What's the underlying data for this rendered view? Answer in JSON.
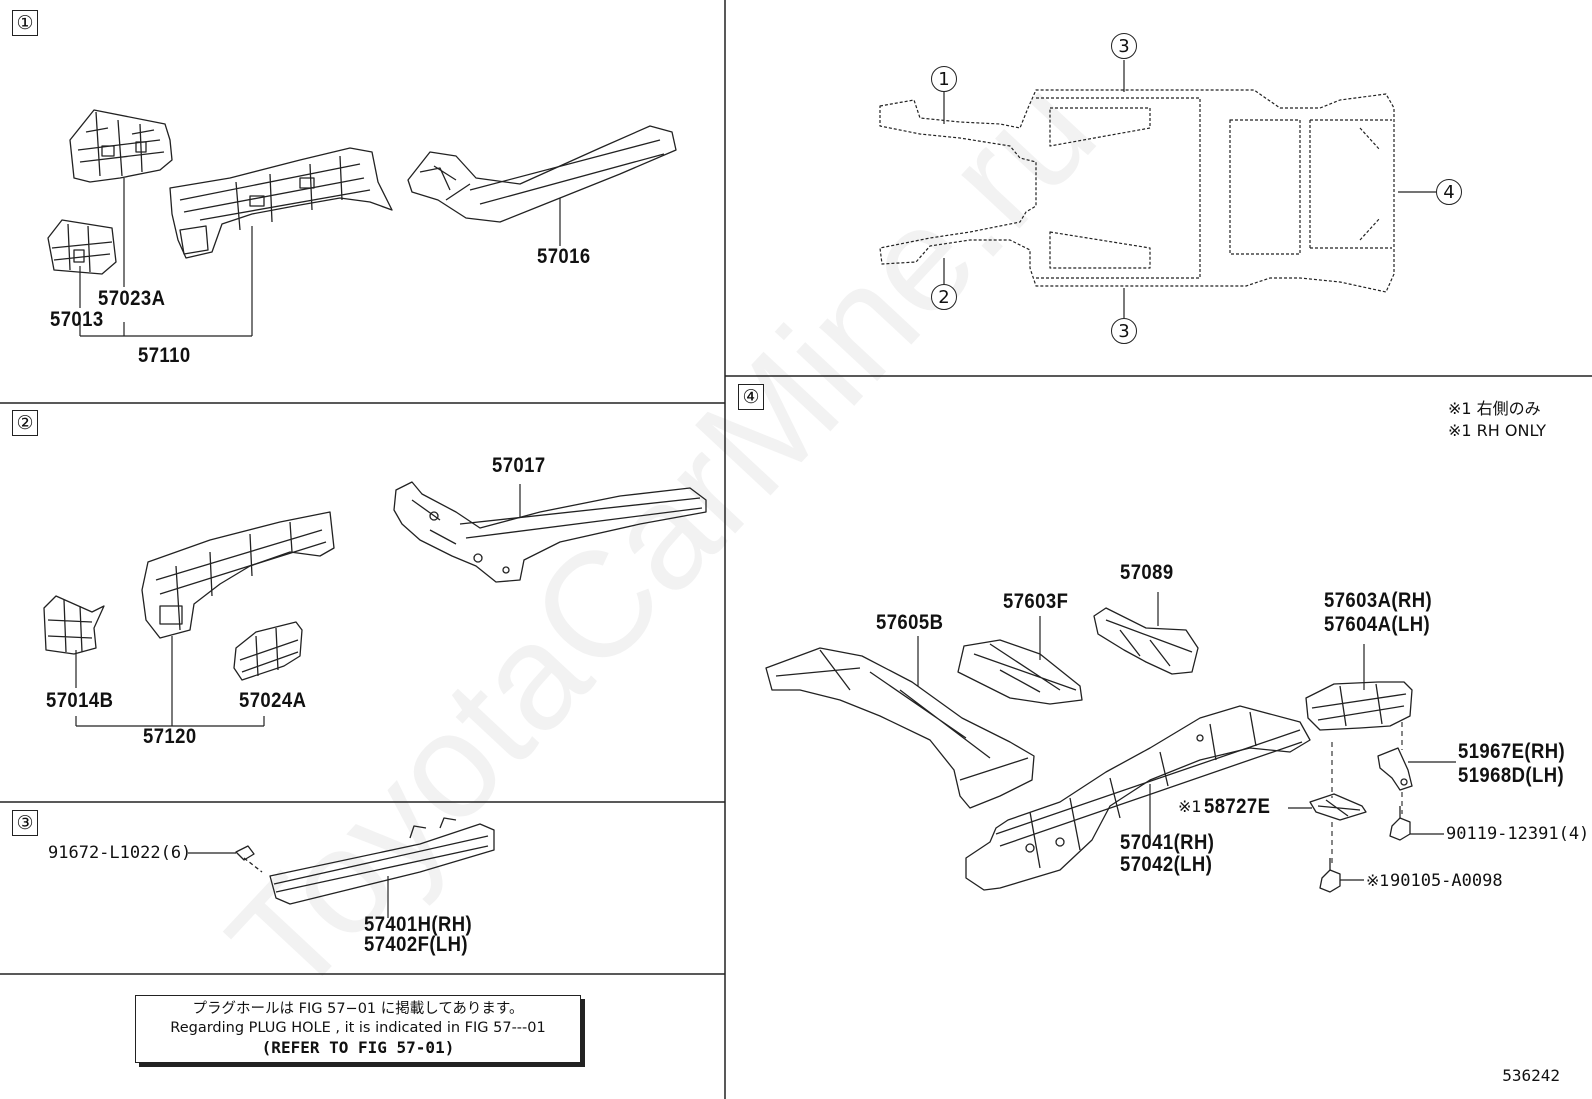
{
  "sections": [
    {
      "key": "s1",
      "num": "①"
    },
    {
      "key": "s2",
      "num": "②"
    },
    {
      "key": "s3",
      "num": "③"
    },
    {
      "key": "s4",
      "num": "④"
    }
  ],
  "overview": {
    "c1": "1",
    "c2": "2",
    "c3a": "3",
    "c3b": "3",
    "c4": "4"
  },
  "parts": {
    "p57023A": "57023A",
    "p57013": "57013",
    "p57110": "57110",
    "p57016": "57016",
    "p57017": "57017",
    "p57014B": "57014B",
    "p57024A": "57024A",
    "p57120": "57120",
    "p91672": "91672-L1022(6)",
    "p57401H": "57401H(RH)",
    "p57402F": "57402F(LH)",
    "p57605B": "57605B",
    "p57603F": "57603F",
    "p57089": "57089",
    "p57603A": "57603A(RH)",
    "p57604A": "57604A(LH)",
    "p51967E": "51967E(RH)",
    "p51968D": "51968D(LH)",
    "p58727E": "58727E",
    "p90119": "90119-12391(4)",
    "p57041": "57041(RH)",
    "p57042": "57042(LH)",
    "p90105": "90105-A0098",
    "mark58727E": "※1",
    "mark90105": "※1"
  },
  "notes": {
    "rh_only_jp": "※1 右側のみ",
    "rh_only_en": "※1 RH ONLY"
  },
  "notebox": {
    "jp": "プラグホールは FIG 57−01 に掲載してあります。",
    "en": "Regarding  PLUG  HOLE , it is indicated in  FIG  57---01",
    "ref": "(REFER TO FIG 57-01)"
  },
  "image_id": "536242",
  "watermark": "ToyotaCarMine.ru"
}
